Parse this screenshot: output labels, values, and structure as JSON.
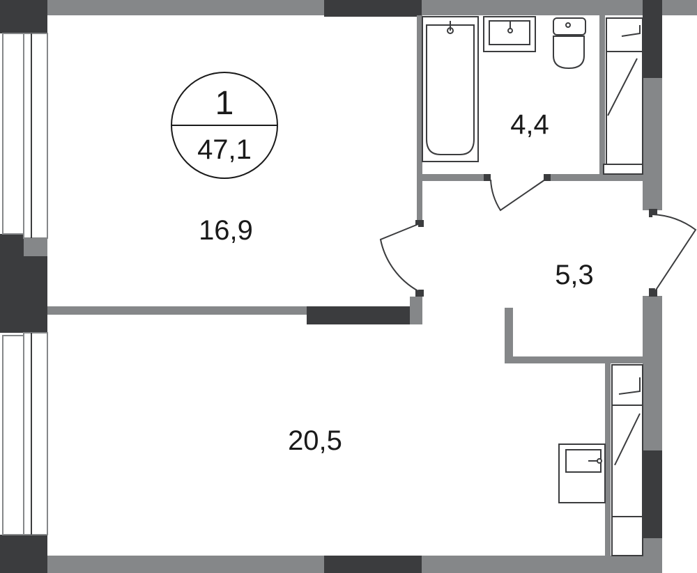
{
  "apartment": {
    "rooms_count": "1",
    "total_area": "47,1"
  },
  "rooms": {
    "bedroom_area": "16,9",
    "bathroom_area": "4,4",
    "hall_area": "5,3",
    "living_area": "20,5"
  },
  "colors": {
    "wall": "#858789",
    "wall_dark": "#3b3c3e",
    "background": "#ffffff"
  }
}
